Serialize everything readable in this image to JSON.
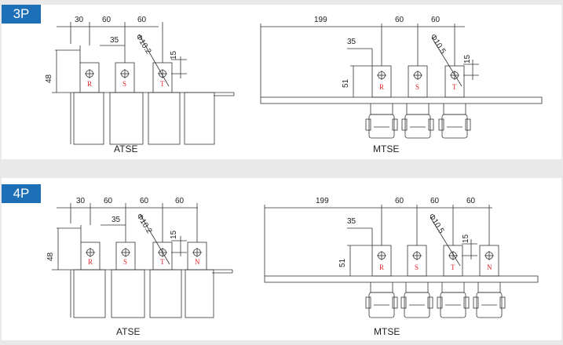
{
  "sections": [
    {
      "badge": "3P",
      "atse": {
        "caption": "ATSE",
        "dims": {
          "offset": "30",
          "pitch1": "60",
          "pitch2": "60",
          "width": "35",
          "hole": "Φ10.2",
          "slot": "15",
          "height": "48"
        },
        "phases": [
          "R",
          "S",
          "T"
        ]
      },
      "mtse": {
        "caption": "MTSE",
        "dims": {
          "length": "199",
          "pitch1": "60",
          "pitch2": "60",
          "width": "35",
          "hole": "Φ10.5",
          "slot": "15",
          "height": "51"
        },
        "phases": [
          "R",
          "S",
          "T"
        ]
      }
    },
    {
      "badge": "4P",
      "atse": {
        "caption": "ATSE",
        "dims": {
          "offset": "30",
          "pitch1": "60",
          "pitch2": "60",
          "pitch3": "60",
          "width": "35",
          "hole": "Φ10.2",
          "slot": "15",
          "height": "48"
        },
        "phases": [
          "R",
          "S",
          "T",
          "N"
        ]
      },
      "mtse": {
        "caption": "MTSE",
        "dims": {
          "length": "199",
          "pitch1": "60",
          "pitch2": "60",
          "pitch3": "60",
          "width": "35",
          "hole": "Φ10.5",
          "slot": "15",
          "height": "51"
        },
        "phases": [
          "R",
          "S",
          "T",
          "N"
        ]
      }
    }
  ],
  "colors": {
    "badge": "#1d6fb8",
    "phase_label": "#e0242b",
    "line": "#333333"
  }
}
